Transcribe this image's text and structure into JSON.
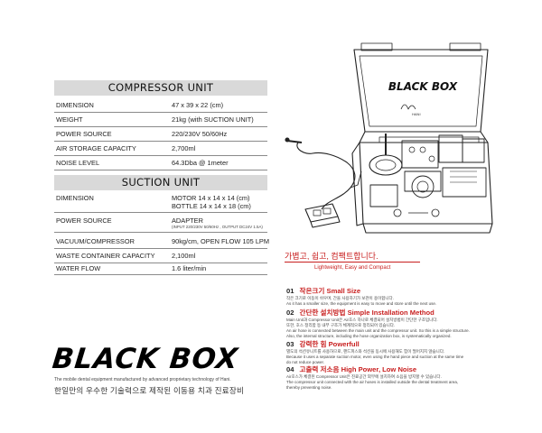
{
  "compressor": {
    "heading": "COMPRESSOR UNIT",
    "rows": [
      {
        "label": "DIMENSION",
        "value": "47 x 39 x 22 (cm)"
      },
      {
        "label": "WEIGHT",
        "value": "21kg (with SUCTION UNIT)"
      },
      {
        "label": "POWER SOURCE",
        "value": "220/230V 50/60Hz"
      },
      {
        "label": "AIR STORAGE CAPACITY",
        "value": "2,700ml"
      },
      {
        "label": "NOISE LEVEL",
        "value": "64.3Dba @ 1meter"
      }
    ]
  },
  "suction": {
    "heading": "SUCTION UNIT",
    "rows": [
      {
        "label": "DIMENSION",
        "value": "MOTOR 14 x 14 x 14 (cm)",
        "value2": "BOTTLE 14 x 14 x 18 (cm)"
      },
      {
        "label": "POWER SOURCE",
        "value": "ADAPTER",
        "note": "(INPUT 220/230V 50/60Hz , OUTPUT DC24V 1.5A)"
      },
      {
        "label": "VACUUM/COMPRESSOR",
        "value": "90kg/cm, OPEN FLOW 105 LPM"
      },
      {
        "label": "WASTE CONTAINER CAPACITY",
        "value": "2,100ml"
      },
      {
        "label": "WATER FLOW",
        "value": "1.6 liter/min"
      }
    ]
  },
  "brand": {
    "logo": "BLACK BOX",
    "footer_en": "The mobile dental equipment manufactured by advanced proprietary technology of Hani.",
    "footer_ko": "한일만의 우수한 기술력으로 제작된 이동용 치과 진료장비"
  },
  "product_image": {
    "lid_label": "BLACK BOX",
    "maker": "HANI"
  },
  "tagline": {
    "ko": "가볍고, 쉽고, 컴팩트합니다.",
    "en": "Lightweight, Easy and Compact"
  },
  "features": [
    {
      "num": "01",
      "title": "작은크기 Small Size",
      "lines": [
        "작은 크기로 이동이 쉬우며, 간을 사용하기가 보관이 용이합니다.",
        "As it has a smaller size, the equipment is easy to move and store until the next use."
      ]
    },
    {
      "num": "02",
      "title": "간단한 설치방법 Simple Installation Method",
      "lines": [
        "Main Unit과 Compressor Unit은 Air호스 하나로 체결되어 설치방법이 간단한 구조입니다.",
        "또한, 호스 정리함 등 내부 구조가 체계적으로 정리되어 있습니다.",
        "An air hose is connected between the main unit and the compressor unit. So this is a simple structure.",
        "Also, the internal structure, including the hose organization box, is systematically organized."
      ]
    },
    {
      "num": "03",
      "title": "강력한 힘 Powerfull",
      "lines": [
        "별도의 석션유니트를 사용하므로, 핸드피스와 석션을 동시에 사용해도 힘이 떨어지지 않습니다.",
        "Because it uses a separate suction motor, even using the hand piece and suction at the same time",
        "do not reduce power."
      ]
    },
    {
      "num": "04",
      "title": "고출력 저소음 High Power, Low Noise",
      "lines": [
        "Air호스가 체결된 Compressor Unit은 진료공간 외부에 설치하여 소음을 방지할 수 있습니다.",
        "The compressor unit connected with the air hoses is installed outside the dental treatment area,",
        "thereby preventing noise."
      ]
    }
  ],
  "colors": {
    "accent": "#c81e1e",
    "heading_bg": "#d9d9d9"
  }
}
